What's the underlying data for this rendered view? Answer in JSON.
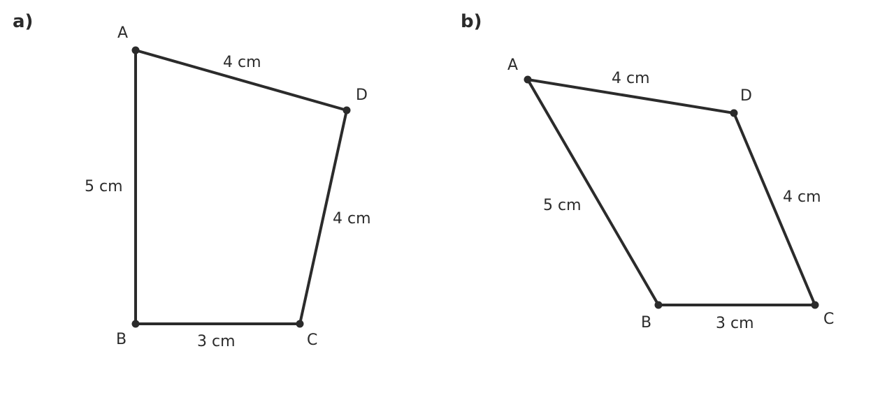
{
  "figures": [
    {
      "label": "a)",
      "vertices": {
        "A": "A",
        "B": "B",
        "C": "C",
        "D": "D"
      },
      "sides": {
        "AD": "4 cm",
        "AB": "5 cm",
        "DC": "4 cm",
        "BC": "3 cm"
      }
    },
    {
      "label": "b)",
      "vertices": {
        "A": "A",
        "B": "B",
        "C": "C",
        "D": "D"
      },
      "sides": {
        "AD": "4 cm",
        "AB": "5 cm",
        "DC": "4 cm",
        "BC": "3 cm"
      }
    }
  ],
  "colors": {
    "stroke": "#2b2b2b",
    "background": "#ffffff"
  }
}
